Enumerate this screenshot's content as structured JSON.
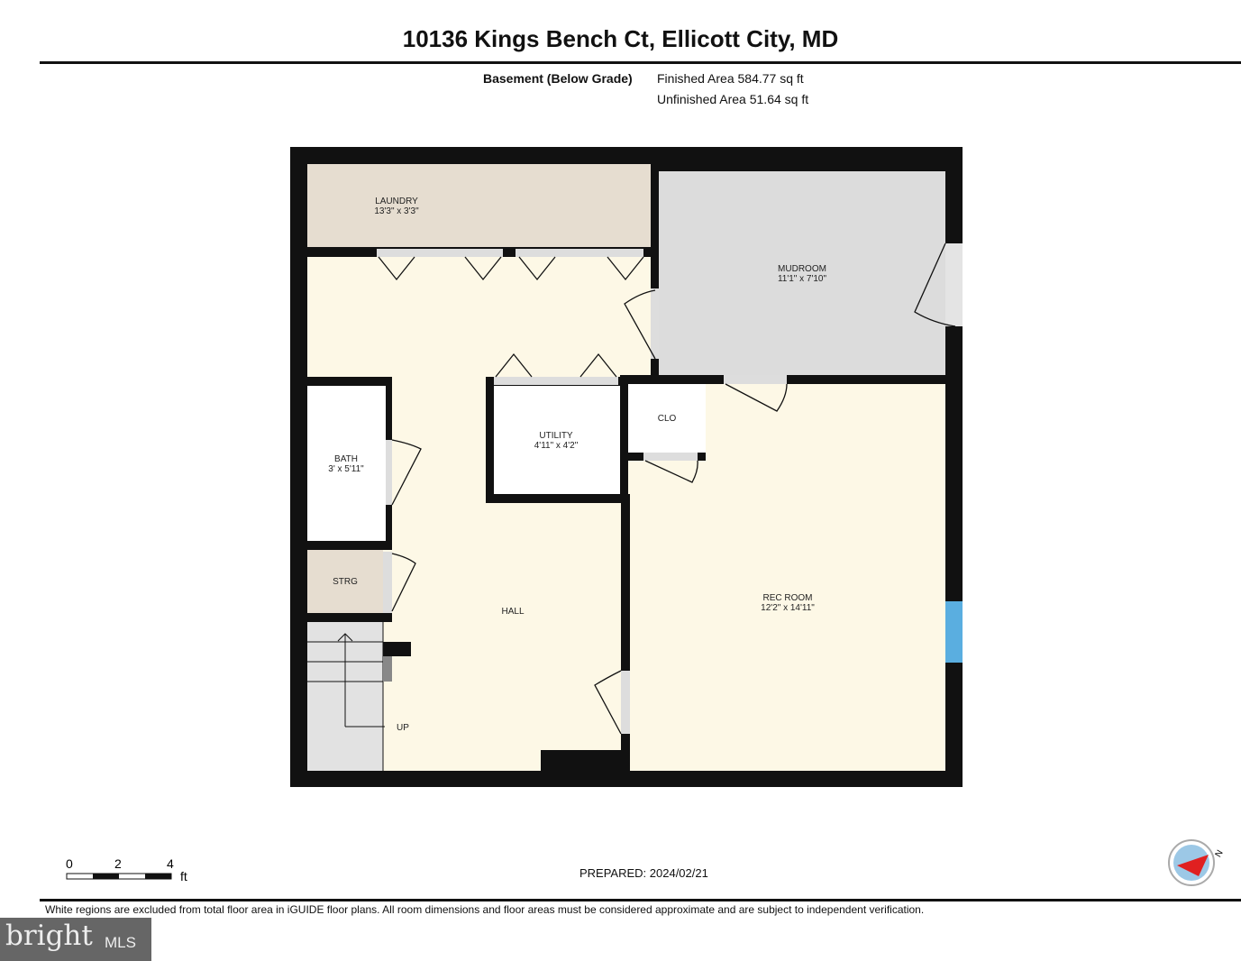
{
  "header": {
    "title": "10136 Kings Bench Ct, Ellicott City, MD"
  },
  "level": {
    "name": "Basement (Below Grade)",
    "finished_area": "Finished Area 584.77 sq ft",
    "unfinished_area": "Unfinished Area 51.64 sq ft"
  },
  "rooms": {
    "laundry": {
      "name": "LAUNDRY",
      "dims": "13'3\" x 3'3\""
    },
    "mudroom": {
      "name": "MUDROOM",
      "dims": "11'1\" x 7'10\""
    },
    "utility": {
      "name": "UTILITY",
      "dims": "4'11\" x 4'2\""
    },
    "clo": {
      "name": "CLO"
    },
    "bath": {
      "name": "BATH",
      "dims": "3' x 5'11\""
    },
    "strg": {
      "name": "STRG"
    },
    "hall": {
      "name": "HALL"
    },
    "rec": {
      "name": "REC ROOM",
      "dims": "12'2\" x 14'11\""
    },
    "stairs": {
      "label": "UP"
    }
  },
  "scale": {
    "ticks": [
      "0",
      "2",
      "4"
    ],
    "unit": "ft"
  },
  "footer": {
    "prepared": "PREPARED: 2024/02/21",
    "disclaimer": "White regions are excluded from total floor area in iGUIDE floor plans. All room dimensions and floor areas must be considered approximate and are subject to independent verification.",
    "watermark": "bright MLS"
  },
  "colors": {
    "wall": "#111111",
    "hall": "#fdf8e6",
    "laundry": "#e6ddd0",
    "mudroom": "#dcdcdc",
    "window": "#5aaee0"
  }
}
